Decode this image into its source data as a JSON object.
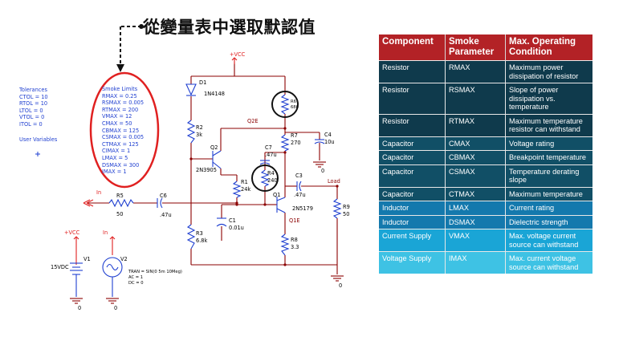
{
  "headline": "從變量表中選取默認值",
  "tolerances": {
    "title": "Tolerances",
    "items": [
      "CTOL = 10",
      "RTOL = 10",
      "LTOL = 0",
      "VTOL = 0",
      "ITOL = 0"
    ],
    "user_vars": "User Variables"
  },
  "smoke_limits": {
    "title": "Smoke Limits",
    "items": [
      "RMAX = 0.25",
      "RSMAX = 0.005",
      "RTMAX = 200",
      "VMAX = 12",
      "CMAX = 50",
      "CBMAX = 125",
      "CSMAX = 0.005",
      "CTMAX = 125",
      "CIMAX = 1",
      "LMAX = 5",
      "DSMAX = 300",
      "IMAX = 1"
    ]
  },
  "schematic": {
    "vcc_top": "+VCC",
    "d1": "D1",
    "d1_part": "1N4148",
    "r2": "R2",
    "r2_val": "3k",
    "q2": "Q2",
    "q2_part": "2N3905",
    "r1": "R1",
    "r1_val": "24k",
    "r3": "R3",
    "r3_val": "6.8k",
    "c1": "C1",
    "c1_val": "0.01u",
    "r6": "R6",
    "r6_val": "680",
    "q2e": "Q2E",
    "r7": "R7",
    "r7_val": "270",
    "c4": "C4",
    "c4_val": "10u",
    "c7": "C7",
    "c7_val": ".47u",
    "r4": "R4",
    "r4_val": "240",
    "c3": "C3",
    "c3_val": ".47u",
    "load": "Load",
    "q1": "Q1",
    "q1_part": "2N5179",
    "q1e": "Q1E",
    "r8": "R8",
    "r8_val": "3.3",
    "r9": "R9",
    "r9_val": "50",
    "in_left": "In",
    "r5": "R5",
    "r5_val": "50",
    "c6": "C6",
    "c6_val": ".47u",
    "vcc_left": "+VCC",
    "in_bottom": "In",
    "v1": "V1",
    "v1_val": "15VDC",
    "v2": "V2",
    "v2_tran": "TRAN = SIN(0 5m 10Meg)",
    "v2_ac": "AC = 1",
    "v2_dc": "DC = 0",
    "gnd": "0"
  },
  "table": {
    "headers": [
      "Component",
      "Smoke Parameter",
      "Max. Operating Condition"
    ],
    "rows": [
      {
        "component": "Resistor",
        "param": "RMAX",
        "condition": "Maximum power dissipation of resistor",
        "bg": "#0f3a4c"
      },
      {
        "component": "Resistor",
        "param": "RSMAX",
        "condition": "Slope of power dissipation vs. temperature",
        "bg": "#0f3a4c"
      },
      {
        "component": "Resistor",
        "param": "RTMAX",
        "condition": "Maximum temperature resistor can withstand",
        "bg": "#0f3a4c"
      },
      {
        "component": "Capacitor",
        "param": "CMAX",
        "condition": "Voltage rating",
        "bg": "#114f66"
      },
      {
        "component": "Capacitor",
        "param": "CBMAX",
        "condition": "Breakpoint temperature",
        "bg": "#114f66"
      },
      {
        "component": "Capacitor",
        "param": "CSMAX",
        "condition": "Temperature derating slope",
        "bg": "#114f66"
      },
      {
        "component": "Capacitor",
        "param": "CTMAX",
        "condition": "Maximum temperature",
        "bg": "#114f66"
      },
      {
        "component": "Inductor",
        "param": "LMAX",
        "condition": "Current rating",
        "bg": "#1479ad"
      },
      {
        "component": "Inductor",
        "param": "DSMAX",
        "condition": "Dielectric strength",
        "bg": "#1479ad"
      },
      {
        "component": "Current Supply",
        "param": "VMAX",
        "condition": "Max. voltage current source can withstand",
        "bg": "#1aa5d6"
      },
      {
        "component": "Voltage Supply",
        "param": "IMAX",
        "condition": "Max. current voltage source can withstand",
        "bg": "#3ec2e4"
      }
    ]
  }
}
